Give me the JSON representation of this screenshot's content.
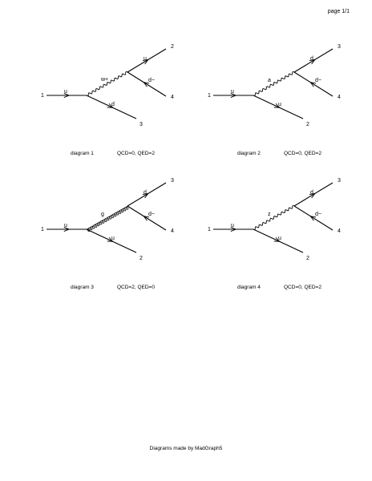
{
  "page_label": "page 1/1",
  "footer": "Diagrams made by MadGraph5",
  "diagrams": [
    {
      "caption": "diagram 1",
      "couplings": "QCD=0, QED=2",
      "propagator": "w+",
      "propagator_style": "wavy",
      "incoming": {
        "num": "1",
        "particle": "u"
      },
      "upper_a": {
        "num": "2",
        "particle": "u"
      },
      "upper_b": {
        "num": "4",
        "particle": "d~"
      },
      "lower": {
        "num": "3",
        "particle": "d"
      }
    },
    {
      "caption": "diagram 2",
      "couplings": "QCD=0, QED=2",
      "propagator": "a",
      "propagator_style": "wavy",
      "incoming": {
        "num": "1",
        "particle": "u"
      },
      "upper_a": {
        "num": "3",
        "particle": "d"
      },
      "upper_b": {
        "num": "4",
        "particle": "d~"
      },
      "lower": {
        "num": "2",
        "particle": "u"
      }
    },
    {
      "caption": "diagram 3",
      "couplings": "QCD=2, QED=0",
      "propagator": "g",
      "propagator_style": "curly",
      "incoming": {
        "num": "1",
        "particle": "u"
      },
      "upper_a": {
        "num": "3",
        "particle": "d"
      },
      "upper_b": {
        "num": "4",
        "particle": "d~"
      },
      "lower": {
        "num": "2",
        "particle": "u"
      }
    },
    {
      "caption": "diagram 4",
      "couplings": "QCD=0, QED=2",
      "propagator": "z",
      "propagator_style": "wavy",
      "incoming": {
        "num": "1",
        "particle": "u"
      },
      "upper_a": {
        "num": "3",
        "particle": "d"
      },
      "upper_b": {
        "num": "4",
        "particle": "d~"
      },
      "lower": {
        "num": "2",
        "particle": "u"
      }
    }
  ]
}
